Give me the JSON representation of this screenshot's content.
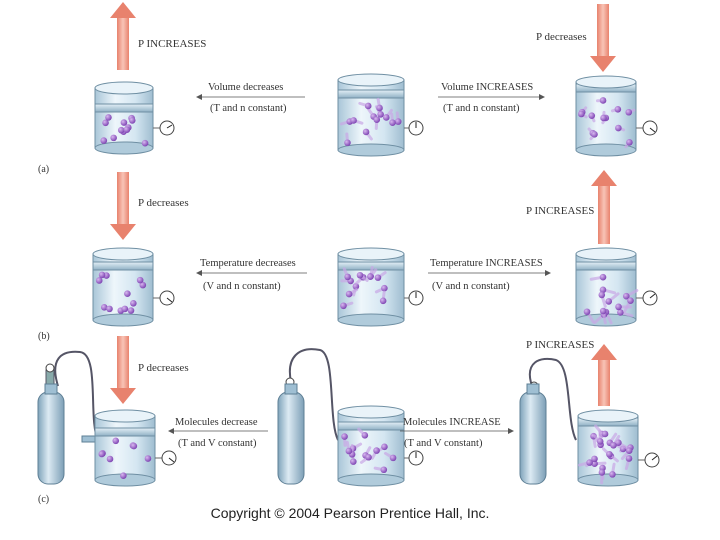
{
  "rows": [
    {
      "panel_label": "(a)",
      "left_arrow_label": "P INCREASES",
      "left_arrow_direction": "up",
      "right_arrow_label": "P decreases",
      "right_arrow_direction": "down",
      "left_change": "Volume decreases",
      "left_condition": "(T and n constant)",
      "right_change": "Volume INCREASES",
      "right_condition": "(T and n constant)"
    },
    {
      "panel_label": "(b)",
      "left_arrow_label": "P decreases",
      "left_arrow_direction": "down",
      "right_arrow_label": "P INCREASES",
      "right_arrow_direction": "up",
      "left_change": "Temperature decreases",
      "left_condition": "(V and n constant)",
      "right_change": "Temperature INCREASES",
      "right_condition": "(V and n constant)"
    },
    {
      "panel_label": "(c)",
      "left_arrow_label": "P decreases",
      "left_arrow_direction": "down",
      "right_arrow_label": "P INCREASES",
      "right_arrow_direction": "up",
      "left_change": "Molecules decrease",
      "left_condition": "(T and V constant)",
      "right_change": "Molecules INCREASE",
      "right_condition": "(T and V constant)"
    }
  ],
  "copyright": "Copyright © 2004 Pearson Prentice Hall, Inc.",
  "colors": {
    "pressure_arrow": "#f2a08c",
    "molecule": "#9a5ac8",
    "cylinder": "#b9d4e4",
    "gas_tank": "#9fbfd3"
  }
}
